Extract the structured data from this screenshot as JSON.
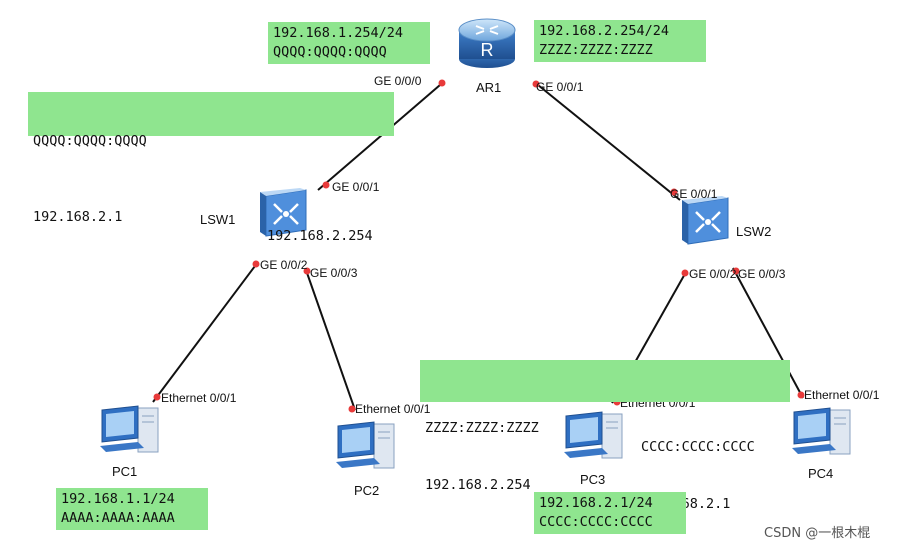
{
  "devices": {
    "router": {
      "name": "AR1"
    },
    "lsw1": {
      "name": "LSW1"
    },
    "lsw2": {
      "name": "LSW2"
    },
    "pc1": {
      "name": "PC1"
    },
    "pc2": {
      "name": "PC2"
    },
    "pc3": {
      "name": "PC3"
    },
    "pc4": {
      "name": "PC4"
    }
  },
  "ports": {
    "ar1_left": "GE 0/0/0",
    "ar1_right": "GE 0/0/1",
    "lsw1_up": "GE 0/0/1",
    "lsw1_p2": "GE 0/0/2",
    "lsw1_p3": "GE 0/0/3",
    "lsw2_up": "GE 0/0/1",
    "lsw2_p2": "GE 0/0/2",
    "lsw2_p3": "GE 0/0/3",
    "pc1_eth": "Ethernet 0/0/1",
    "pc2_eth": "Ethernet 0/0/1",
    "pc3_eth": "Ethernet 0/0/1",
    "pc4_eth": "Ethernet 0/0/1"
  },
  "notes": {
    "ar1_g0": {
      "line1": "192.168.1.254/24",
      "line2": "QQQQ:QQQQ:QQQQ"
    },
    "ar1_g1": {
      "line1": "192.168.2.254/24",
      "line2": "ZZZZ:ZZZZ:ZZZZ"
    },
    "left_block": {
      "line1": "QQQQ:QQQQ:QQQQ",
      "line2a": "192.168.2.1",
      "line2b": "192.168.2.254"
    },
    "mid_block": {
      "line1a": "ZZZZ:ZZZZ:ZZZZ",
      "line2a": "192.168.2.254",
      "line1b": "CCCC:CCCC:CCCC",
      "line2b": "192.168.2.1"
    },
    "pc1": {
      "line1": "192.168.1.1/24",
      "line2": "AAAA:AAAA:AAAA"
    },
    "pc3": {
      "line1": "192.168.2.1/24",
      "line2": "CCCC:CCCC:CCCC"
    }
  },
  "watermark": "CSDN @一根木棍",
  "colors": {
    "note_bg": "#8fe58f",
    "port_dot": "#e83a3a",
    "link": "#111111"
  }
}
